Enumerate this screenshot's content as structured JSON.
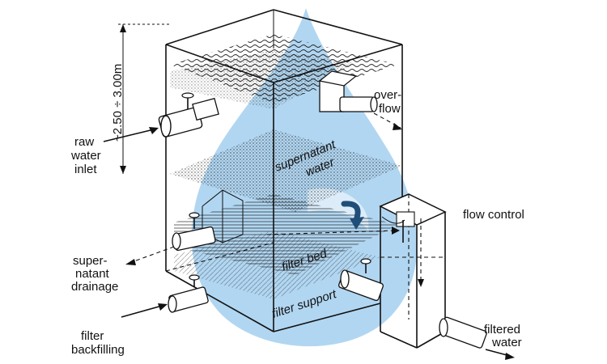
{
  "colors": {
    "drop": "#a9d2f0",
    "drop_dark": "#8cc1ea",
    "ink": "#111111",
    "arrow": "#1f4e79"
  },
  "labels": {
    "height_dimension": "~2.50 ÷ 3.00m",
    "raw_water_inlet": [
      "raw",
      "water",
      "inlet"
    ],
    "overflow": [
      "over-",
      "flow"
    ],
    "supernatant_water": [
      "supernatant",
      "water"
    ],
    "flow_control": "flow control",
    "supernatant_drainage": [
      "super-",
      "natant",
      "drainage"
    ],
    "filter_bed": "filter bed",
    "filter_support": "filter support",
    "filter_backfilling": [
      "filter",
      "backfilling"
    ],
    "filtered_water": [
      "filtered",
      "water"
    ]
  },
  "icons": {
    "watermark": "water-drop-icon",
    "flow_arrow": "curved-arrow-icon"
  }
}
